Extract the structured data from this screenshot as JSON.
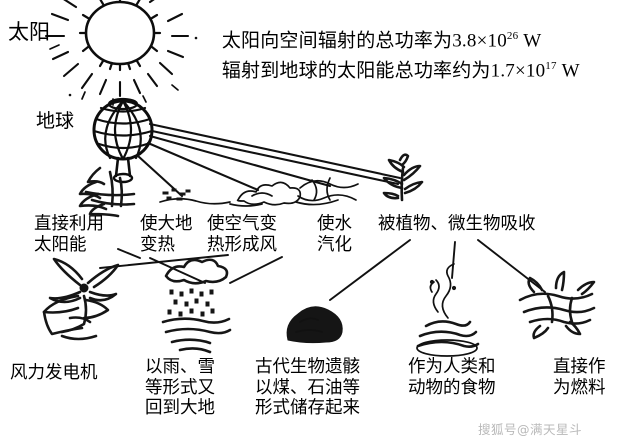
{
  "figure": {
    "background_color": "#ffffff",
    "ink_color": "#111111",
    "watermark": "搜狐号@满天星斗"
  },
  "labels": {
    "sun": "太阳",
    "earth": "地球"
  },
  "headline": {
    "line1_pre": "太阳向空间辐射的总功率为3.8",
    "line1_times": "×",
    "line1_base": "10",
    "line1_exp": "26",
    "line1_unit": "W",
    "line2_pre": "辐射到地球的太阳能总功率约为1.7",
    "line2_times": "×",
    "line2_base": "10",
    "line2_exp": "17",
    "line2_unit": "W"
  },
  "middle_labels": [
    {
      "id": "direct-use",
      "text": "直接利用\n太阳能"
    },
    {
      "id": "ground-heat",
      "text": "使大地\n变热"
    },
    {
      "id": "air-heat",
      "text": "使空气变\n热形成风"
    },
    {
      "id": "water-vapor",
      "text": "使水\n汽化"
    },
    {
      "id": "absorbed",
      "text": "被植物、微生物吸收"
    }
  ],
  "bottom_labels": [
    {
      "id": "wind-generator",
      "text": "风力发电机"
    },
    {
      "id": "rain-snow",
      "text": "以雨、雪\n等形式又\n回到大地"
    },
    {
      "id": "fossil-fuel",
      "text": "古代生物遗骸\n以煤、石油等\n形式储存起来"
    },
    {
      "id": "food",
      "text": "作为人类和\n动物的食物"
    },
    {
      "id": "fuel",
      "text": "直接作\n为燃料"
    }
  ],
  "sketches": [
    {
      "id": "sun-icon",
      "name": "sun"
    },
    {
      "id": "globe-icon",
      "name": "earth-globe"
    },
    {
      "id": "solar-panel-icon",
      "name": "solar-collector"
    },
    {
      "id": "ground-icon",
      "name": "warm-ground"
    },
    {
      "id": "wind-cloud-icon",
      "name": "air-wind"
    },
    {
      "id": "water-icon",
      "name": "water-vapor"
    },
    {
      "id": "plant-icon",
      "name": "plant"
    },
    {
      "id": "turbine-icon",
      "name": "wind-turbine"
    },
    {
      "id": "rain-cloud-icon",
      "name": "rain-cloud"
    },
    {
      "id": "coal-icon",
      "name": "coal-heap"
    },
    {
      "id": "foodbowl-icon",
      "name": "steaming-food"
    },
    {
      "id": "firewood-icon",
      "name": "firewood"
    }
  ]
}
